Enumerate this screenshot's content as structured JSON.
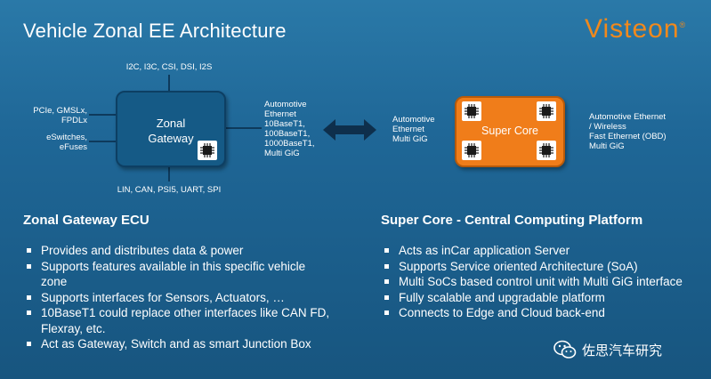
{
  "title": "Vehicle Zonal EE Architecture",
  "brand": {
    "name": "Visteon",
    "color": "#f1891c"
  },
  "diagram": {
    "zonal_gateway": {
      "label": "Zonal\nGateway",
      "top_interfaces": "I2C, I3C, CSI, DSI, I2S",
      "bottom_interfaces": "LIN, CAN, PSI5, UART, SPI",
      "left_interfaces_1": "PCIe, GMSLx,\nFPDLx",
      "left_interfaces_2": "eSwitches,\neFuses",
      "right_interfaces": "Automotive\nEthernet\n10BaseT1,\n100BaseT1,\n1000BaseT1,\nMulti GiG",
      "color": "#155a86"
    },
    "link_icon": "double-arrow-icon",
    "super_core": {
      "label": "Super Core",
      "left_interfaces": "Automotive\nEthernet\nMulti GiG",
      "right_interfaces": "Automotive Ethernet\n/ Wireless\nFast Ethernet (OBD)\nMulti GiG",
      "color": "#f07d1a"
    },
    "chip_icon": "processor-chip-icon"
  },
  "zonal_section": {
    "heading": "Zonal Gateway ECU",
    "bullets": [
      "Provides and distributes data & power",
      "Supports features available in this specific vehicle zone",
      "Supports interfaces for Sensors, Actuators, …",
      "10BaseT1 could replace other interfaces like CAN FD, Flexray, etc.",
      "Act as Gateway, Switch and as smart Junction Box"
    ]
  },
  "core_section": {
    "heading": "Super Core - Central Computing Platform",
    "bullets": [
      "Acts as inCar application Server",
      "Supports Service oriented Architecture (SoA)",
      "Multi SoCs based control unit with Multi GiG interface",
      "Fully scalable and upgradable platform",
      "Connects to Edge and Cloud back-end"
    ]
  },
  "watermark": {
    "text": "佐思汽车研究",
    "icon": "wechat-icon"
  }
}
